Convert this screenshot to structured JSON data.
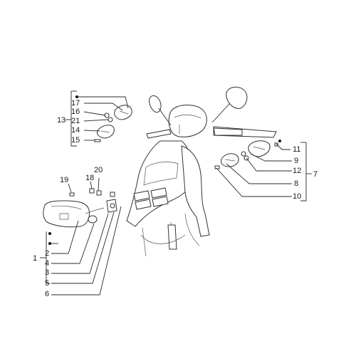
{
  "diagram": {
    "callouts_headlight_group": [
      {
        "num": "1"
      },
      {
        "num": "2"
      },
      {
        "num": "3"
      },
      {
        "num": "4"
      },
      {
        "num": "5"
      },
      {
        "num": "6"
      },
      {
        "num": "18"
      },
      {
        "num": "19"
      },
      {
        "num": "20"
      }
    ],
    "callouts_front_left_indicator": [
      {
        "num": "13"
      },
      {
        "num": "14"
      },
      {
        "num": "15"
      },
      {
        "num": "16"
      },
      {
        "num": "17"
      },
      {
        "num": "21"
      }
    ],
    "callouts_front_right_indicator": [
      {
        "num": "7"
      },
      {
        "num": "8"
      },
      {
        "num": "9"
      },
      {
        "num": "10"
      },
      {
        "num": "11"
      },
      {
        "num": "12"
      }
    ]
  }
}
